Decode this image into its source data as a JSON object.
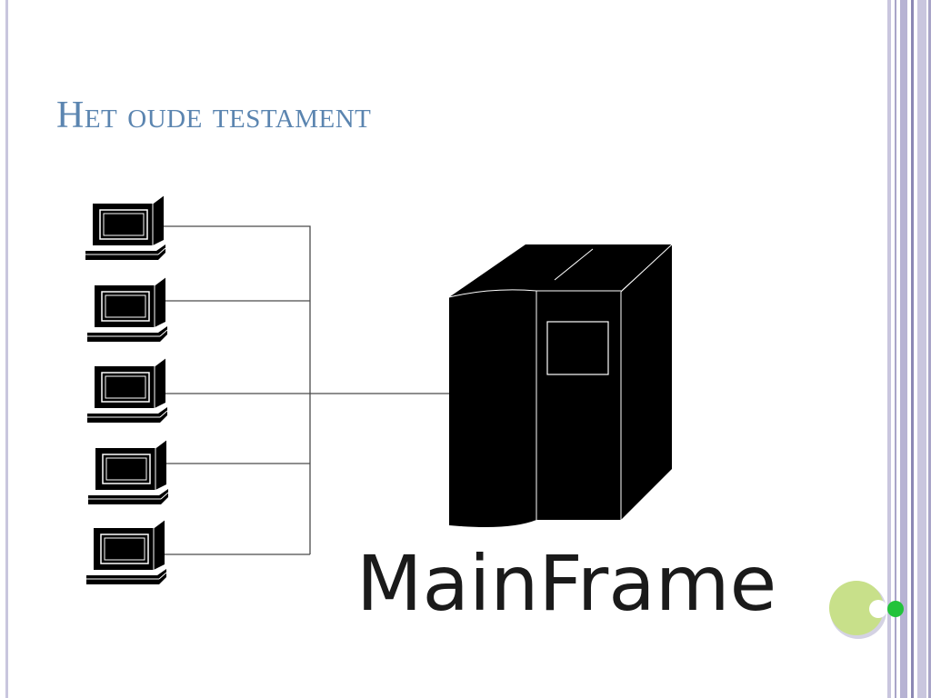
{
  "slide": {
    "title": "Het oude testament",
    "mainframe_label": "MainFrame"
  },
  "colors": {
    "title": "#5b85b0",
    "frame_stripe_light": "#c9c6de",
    "frame_stripe_mid": "#a9a5c8",
    "frame_stripe_dark": "#8c88b4",
    "mainframe_fill": "#000000",
    "line": "#4a4a4a",
    "logo_green_light": "#c8e08a",
    "logo_green_bright": "#22c33a"
  },
  "diagram": {
    "terminal_count": 5,
    "icons": {
      "terminal": "computer-terminal-icon",
      "mainframe": "mainframe-server-icon",
      "logo": "green-circle-logo-icon"
    }
  }
}
